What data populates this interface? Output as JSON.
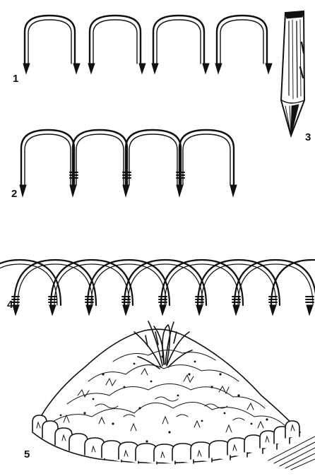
{
  "figure": {
    "labels": {
      "fig1": "1",
      "fig2": "2",
      "fig3": "3",
      "fig4": "4",
      "fig5": "5"
    },
    "colors": {
      "ink": "#111111",
      "paper": "#ffffff"
    }
  }
}
